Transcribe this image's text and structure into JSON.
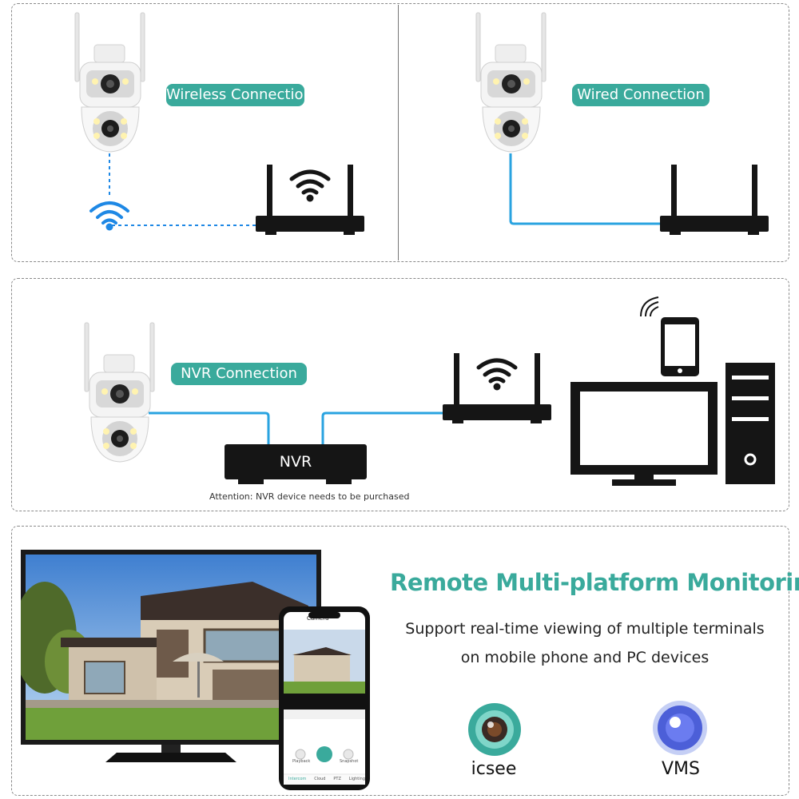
{
  "panels": {
    "wireless": {
      "label": "Wireless Connection"
    },
    "wired": {
      "label": "Wired Connection"
    },
    "nvr": {
      "label": "NVR Connection",
      "device_label": "NVR",
      "attention": "Attention: NVR device needs to be purchased"
    },
    "remote": {
      "headline": "Remote Multi-platform Monitoring",
      "subline_1": "Support real-time viewing of multiple terminals",
      "subline_2": "on mobile phone and PC devices",
      "apps": [
        {
          "name": "icsee",
          "icon": "icsee-app-icon",
          "color": "#3aaa9c"
        },
        {
          "name": "VMS",
          "icon": "vms-app-icon",
          "color": "#4c5fd8"
        }
      ],
      "phone_screen": {
        "title": "Camera",
        "tabs": [
          "Intercom",
          "Cloud",
          "PTZ",
          "Lighting"
        ],
        "buttons": [
          "Playback",
          "Snapshot"
        ]
      }
    }
  },
  "colors": {
    "accent": "#3aaa9c",
    "wifi_blue": "#1e88e5",
    "cable_blue": "#29a3e0",
    "device_black": "#151515"
  }
}
